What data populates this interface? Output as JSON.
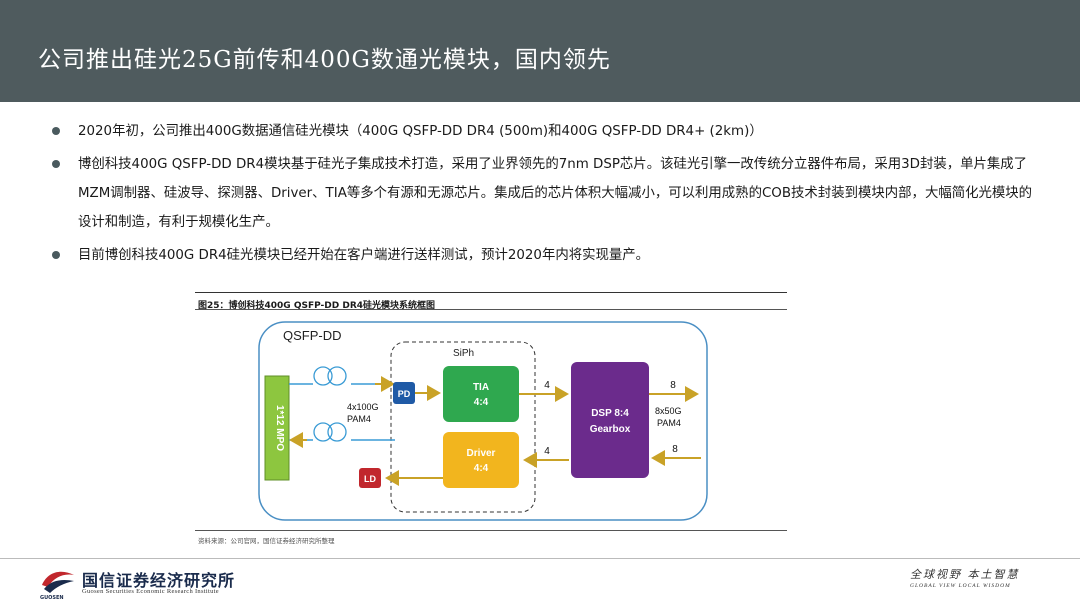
{
  "header": {
    "title": "公司推出硅光25G前传和400G数通光模块，国内领先"
  },
  "bullets": [
    "2020年初，公司推出400G数据通信硅光模块（400G QSFP-DD DR4 (500m)和400G QSFP-DD DR4+ (2km)）",
    "博创科技400G QSFP-DD DR4模块基于硅光子集成技术打造，采用了业界领先的7nm DSP芯片。该硅光引擎一改传统分立器件布局，采用3D封装，单片集成了MZM调制器、硅波导、探测器、Driver、TIA等多个有源和无源芯片。集成后的芯片体积大幅减小，可以利用成熟的COB技术封装到模块内部，大幅简化光模块的设计和制造，有利于规模化生产。",
    "目前博创科技400G DR4硅光模块已经开始在客户端进行送样测试，预计2020年内将实现量产。"
  ],
  "figure": {
    "title": "图25：博创科技400G QSFP-DD DR4硅光模块系统框图",
    "source": "资料来源：公司官网，国信证券经济研究所整理",
    "module_label": "QSFP-DD",
    "siph_label": "SiPh",
    "mpo_label": "1*12 MPO",
    "pd_label": "PD",
    "ld_label": "LD",
    "tia_label": "TIA",
    "tia_ratio": "4:4",
    "driver_label": "Driver",
    "driver_ratio": "4:4",
    "dsp_label": "DSP 8:4",
    "dsp_sub": "Gearbox",
    "optical_rate": "4x100G",
    "optical_mod": "PAM4",
    "lane_top": "4",
    "lane_bottom": "4",
    "host_top": "8",
    "host_bottom": "8",
    "host_rate": "8x50G",
    "host_mod": "PAM4",
    "colors": {
      "module_border": "#4a8fc4",
      "mpo": "#8dc63f",
      "pd": "#1f5aa6",
      "tia": "#2fa84f",
      "driver": "#f2b51e",
      "dsp": "#6b2b8c",
      "ld": "#c1272d",
      "arrow": "#c9a227",
      "fiber": "#3a9bd5"
    }
  },
  "footer": {
    "org": "国信证券经济研究所",
    "org_en": "Guosen Securities Economic Research Institute",
    "logo_text": "GUOSEN",
    "slogan": "全球视野  本土智慧",
    "slogan_en": "GLOBAL VIEW    LOCAL WISDOM"
  }
}
